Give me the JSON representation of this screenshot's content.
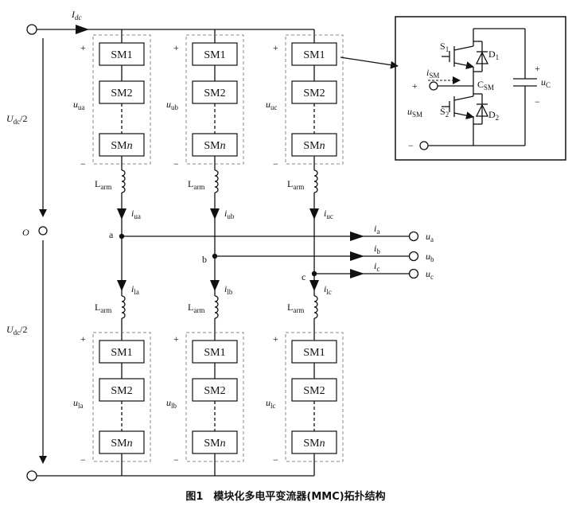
{
  "caption": "图1　模块化多电平变流器(MMC)拓扑结构",
  "dc": {
    "current": "I",
    "current_sub": "dc",
    "half_voltage": "U",
    "half_voltage_sub": "dc",
    "half_voltage_suffix": "/2",
    "midpoint": "O"
  },
  "modules": {
    "sm1": "SM1",
    "sm2": "SM2",
    "smn": "SM",
    "smn_suffix": "n"
  },
  "signs": {
    "plus": "+",
    "minus": "−"
  },
  "inductor": {
    "main": "L",
    "sub": "arm"
  },
  "legs": [
    {
      "id": "a",
      "node": "a",
      "u_upper_sub": "ua",
      "u_lower_sub": "la",
      "i_upper_sub": "ua",
      "i_lower_sub": "la",
      "i_out_sub": "a",
      "u_out_sub": "a"
    },
    {
      "id": "b",
      "node": "b",
      "u_upper_sub": "ub",
      "u_lower_sub": "lb",
      "i_upper_sub": "ub",
      "i_lower_sub": "lb",
      "i_out_sub": "b",
      "u_out_sub": "b"
    },
    {
      "id": "c",
      "node": "c",
      "u_upper_sub": "uc",
      "u_lower_sub": "lc",
      "i_upper_sub": "uc",
      "i_lower_sub": "lc",
      "i_out_sub": "c",
      "u_out_sub": "c"
    }
  ],
  "submodule_detail": {
    "switch1": "S",
    "switch1_sub": "1",
    "switch2": "S",
    "switch2_sub": "2",
    "diode1": "D",
    "diode1_sub": "1",
    "diode2": "D",
    "diode2_sub": "2",
    "capacitor": "C",
    "capacitor_sub": "SM",
    "cap_voltage": "u",
    "cap_voltage_sub": "C",
    "sm_current": "i",
    "sm_current_sub": "SM",
    "sm_voltage": "u",
    "sm_voltage_sub": "SM",
    "plus": "+",
    "minus": "−"
  },
  "var_u": "u",
  "var_i": "i"
}
